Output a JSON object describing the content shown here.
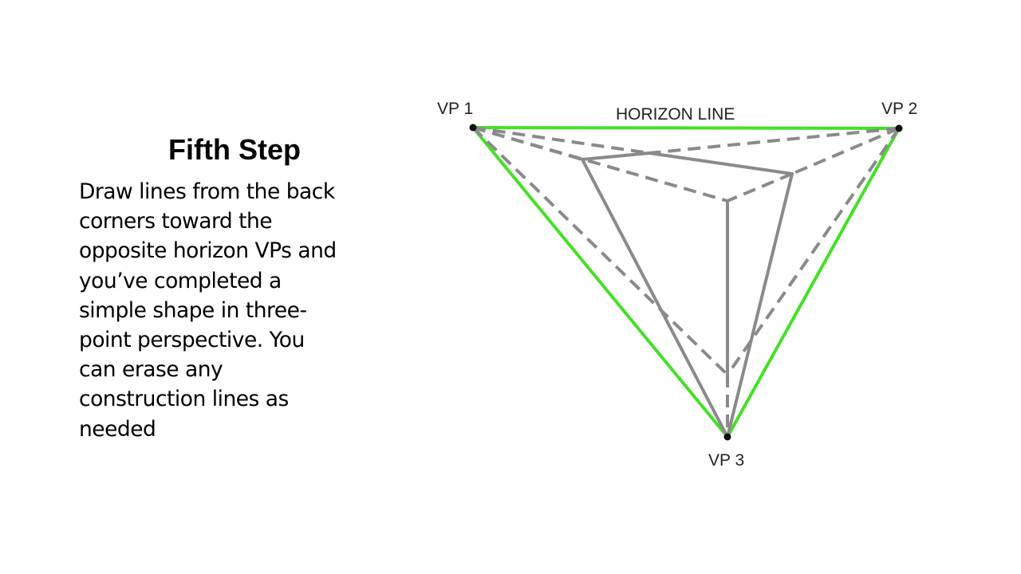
{
  "slide": {
    "title": "Fifth Step",
    "body": "Draw lines from the back\ncorners toward the\nopposite horizon VPs and\nyou’ve completed a\nsimple shape in three-\npoint perspective.  You\ncan erase any\nconstruction lines as\nneeded"
  },
  "diagram": {
    "horizon_label": "HORIZON LINE",
    "vanishing_points": [
      {
        "label": "VP 1"
      },
      {
        "label": "VP 2"
      },
      {
        "label": "VP 3"
      }
    ],
    "colors": {
      "guide": "#44e026",
      "solid": "#8a8a8a",
      "dashed": "#8a8a8a",
      "point": "#111111"
    }
  }
}
